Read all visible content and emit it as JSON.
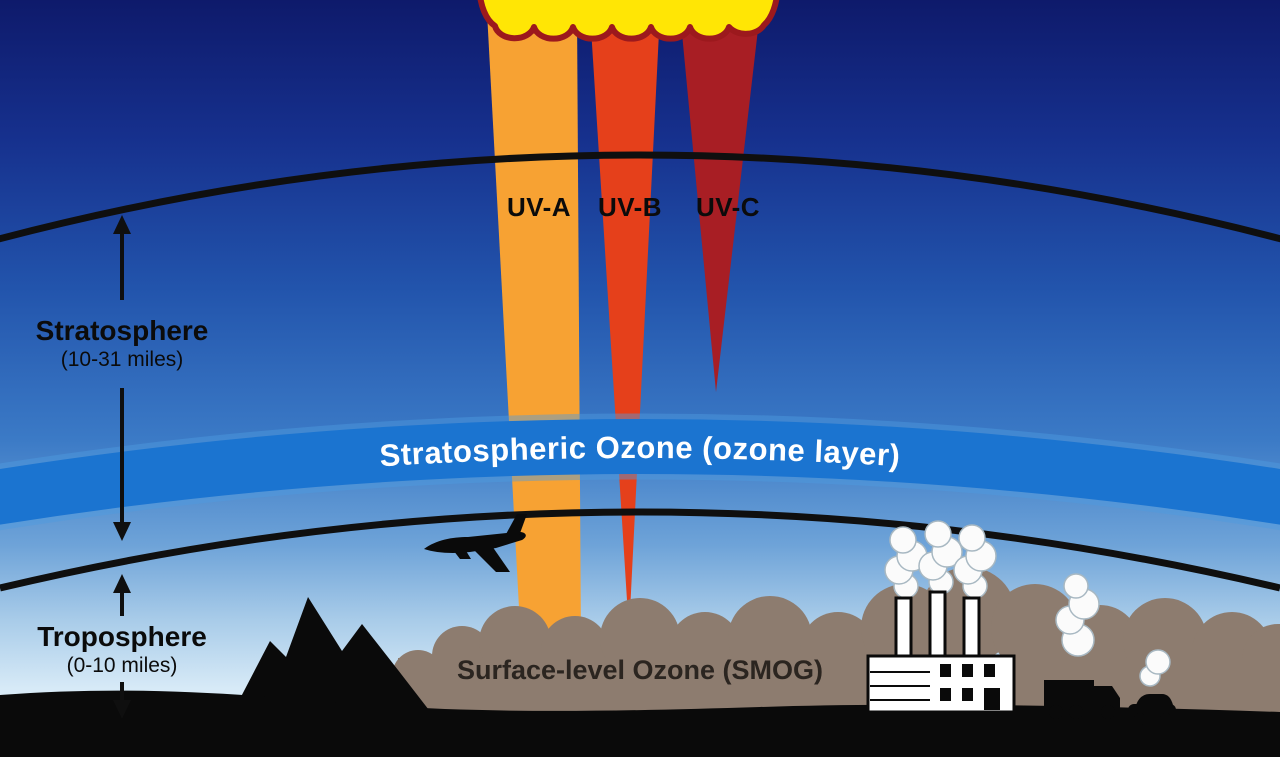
{
  "diagram": {
    "labels": {
      "uv_a": "UV-A",
      "uv_b": "UV-B",
      "uv_c": "UV-C",
      "ozone_layer": "Stratospheric Ozone (ozone layer)",
      "smog": "Surface-level Ozone (SMOG)",
      "stratosphere_name": "Stratosphere",
      "stratosphere_range": "(10-31 miles)",
      "troposphere_name": "Troposphere",
      "troposphere_range": "(0-10 miles)"
    },
    "colors": {
      "uv_a_beam": "#F7A233",
      "uv_b_beam": "#E5401B",
      "uv_c_beam": "#A81E24",
      "sun_fill": "#FFE605",
      "sun_outline": "#9C191D",
      "ozone_band": "#1B74D0",
      "ozone_glow": "#4E9BE0",
      "smog_cloud": "#8D7C6F",
      "arc_line": "#0F0F0F",
      "silhouette": "#0A0A0A",
      "sky_top": "#0E1A6B",
      "sky_bottom": "#D7EAF7"
    },
    "icons": [
      "sun-icon",
      "airplane-icon",
      "factory-icon",
      "truck-icon",
      "car-icon",
      "smoke-puffs",
      "smog-cloud",
      "mountains"
    ]
  }
}
